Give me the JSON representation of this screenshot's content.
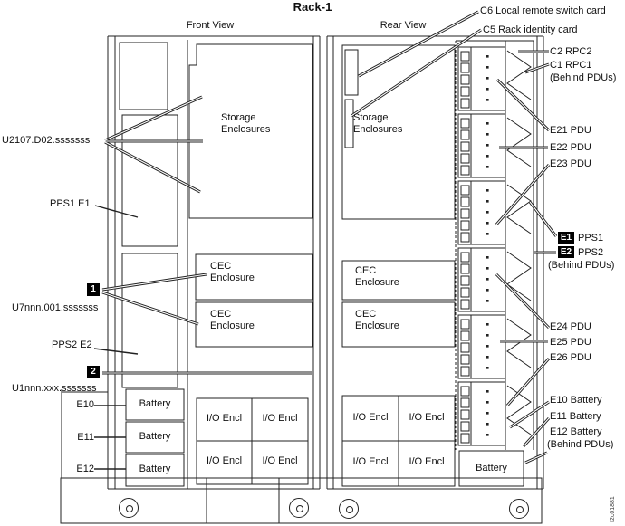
{
  "title": "Rack-1",
  "views": {
    "front": "Front View",
    "rear": "Rear View"
  },
  "front": {
    "left_labels": {
      "u2107": "U2107.D02.sssssss",
      "pps1": "PPS1 E1",
      "marker1": "1",
      "u7nnn": "U7nnn.001.sssssss",
      "pps2": "PPS2 E2",
      "marker2": "2",
      "u1nnn": "U1nnn.xxx.sssssss",
      "e10": "E10",
      "e11": "E11",
      "e12": "E12"
    },
    "storage": "Storage Enclosures",
    "cec1": "CEC Enclosure",
    "cec2": "CEC Enclosure",
    "batteries": [
      "Battery",
      "Battery",
      "Battery"
    ],
    "io": [
      "I/O Encl",
      "I/O Encl",
      "I/O Encl",
      "I/O Encl"
    ]
  },
  "rear": {
    "storage": "Storage Enclosures",
    "cec1": "CEC Enclosure",
    "cec2": "CEC Enclosure",
    "io": [
      "I/O Encl",
      "I/O Encl",
      "I/O Encl",
      "I/O Encl"
    ],
    "battery": "Battery"
  },
  "right_labels": {
    "c6": "C6 Local remote switch card",
    "c5": "C5 Rack identity card",
    "c2": "C2 RPC2",
    "c1": "C1 RPC1",
    "c1_note": "(Behind PDUs)",
    "e21": "E21 PDU",
    "e22": "E22 PDU",
    "e23": "E23 PDU",
    "e1_chip": "E1",
    "e1_text": "PPS1",
    "e2_chip": "E2",
    "e2_text": "PPS2",
    "pps_note": "(Behind PDUs)",
    "e24": "E24 PDU",
    "e25": "E25 PDU",
    "e26": "E26 PDU",
    "e10": "E10 Battery",
    "e11": "E11 Battery",
    "e12": "E12 Battery",
    "e12_note": "(Behind PDUs)"
  },
  "watermark": "f2c01881",
  "colors": {
    "line": "#222222",
    "text": "#111111",
    "chip_bg": "#000000",
    "chip_fg": "#ffffff",
    "bg": "#ffffff"
  }
}
